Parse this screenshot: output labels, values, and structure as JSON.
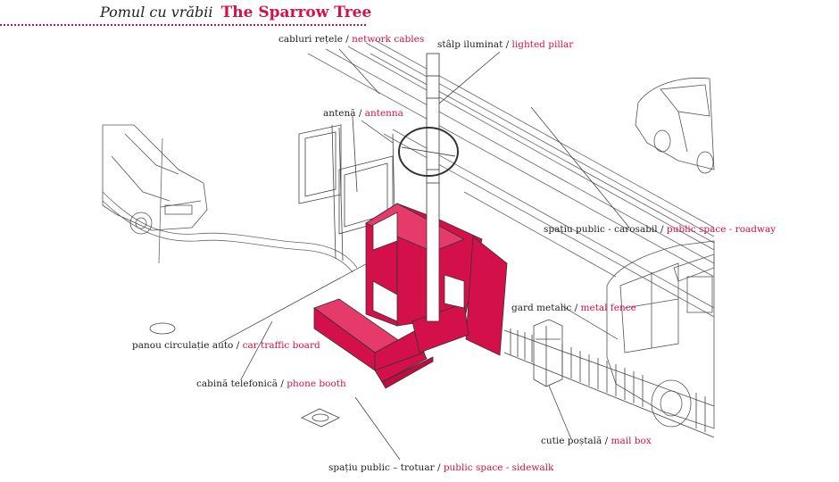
{
  "header": {
    "title_ro": "Pomul cu vrăbii",
    "title_en": "The Sparrow Tree"
  },
  "colors": {
    "accent": "#d4104a",
    "line": "#555555"
  },
  "labels": {
    "network_cables": {
      "ro": "cabluri rețele",
      "sep": " / ",
      "en": "network cables"
    },
    "lighted_pillar": {
      "ro": "stâlp iluminat",
      "sep": " / ",
      "en": "lighted pillar"
    },
    "antenna": {
      "ro": "antenă",
      "sep": " / ",
      "en": "antenna"
    },
    "roadway": {
      "ro": "spațiu public - carosabil",
      "sep": " / ",
      "en": "public space - roadway"
    },
    "metal_fence": {
      "ro": "gard metalic",
      "sep": " / ",
      "en": "metal fence"
    },
    "car_traffic_board": {
      "ro": "panou circulație auto",
      "sep": " / ",
      "en": "car traffic board"
    },
    "phone_booth": {
      "ro": "cabină telefonică",
      "sep": " / ",
      "en": "phone booth"
    },
    "mail_box": {
      "ro": "cutie poștală",
      "sep": " / ",
      "en": "mail box"
    },
    "sidewalk": {
      "ro": "spațiu public – trotuar",
      "sep": " / ",
      "en": "public space - sidewalk"
    }
  }
}
